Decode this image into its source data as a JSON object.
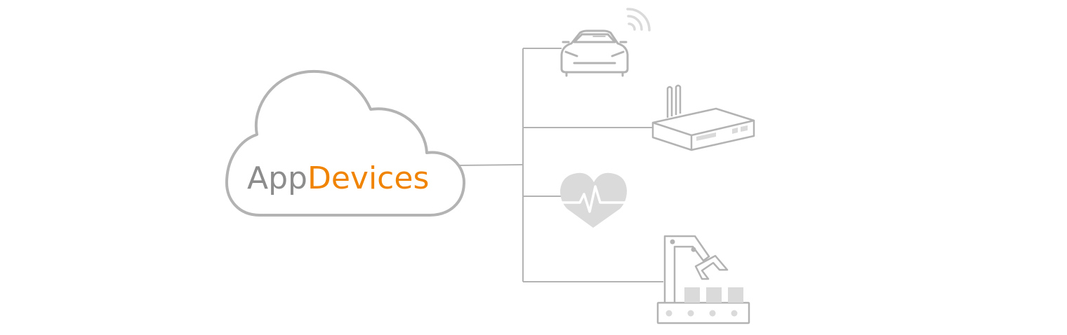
{
  "brand": {
    "part1": "App",
    "part2": "Devices",
    "part1_color": "#8c8c8c",
    "part2_color": "#f08300"
  },
  "colors": {
    "outline": "#b3b3b3",
    "fill_light": "#dadada",
    "line": "#b3b3b3"
  },
  "hub": {
    "icon": "cloud-icon"
  },
  "devices": [
    {
      "id": "car",
      "icon": "connected-car-icon"
    },
    {
      "id": "router",
      "icon": "router-icon"
    },
    {
      "id": "health",
      "icon": "heart-rate-icon"
    },
    {
      "id": "factory",
      "icon": "robot-arm-conveyor-icon"
    }
  ]
}
